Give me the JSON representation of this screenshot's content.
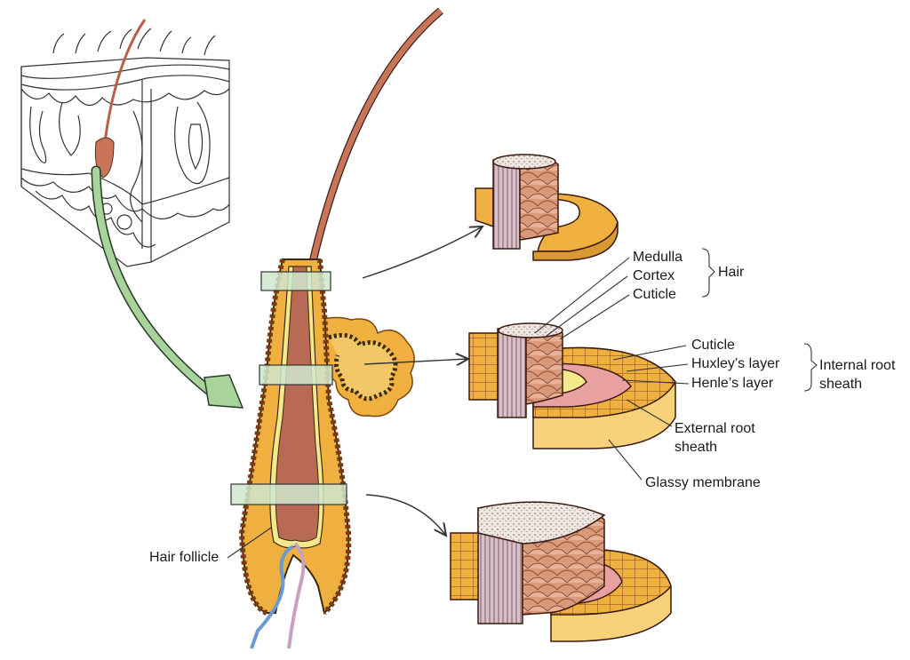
{
  "title": "Hair follicle anatomy",
  "labels": {
    "hair_follicle": "Hair follicle",
    "medulla": "Medulla",
    "cortex": "Cortex",
    "hair_cuticle": "Cuticle",
    "hair_group": "Hair",
    "irs_cuticle": "Cuticle",
    "huxley": "Huxley’s layer",
    "henle": "Henle’s layer",
    "irs_group_line1": "Internal root",
    "irs_group_line2": "sheath",
    "ers_line1": "External root",
    "ers_line2": "sheath",
    "glassy": "Glassy membrane"
  },
  "colors": {
    "arrow_green": "#a8d39a",
    "band_green": "#cfe8cf",
    "hair_brown": "#c8755a",
    "sheath_orange": "#f0b040",
    "sheath_light": "#f7d27a",
    "inner_yellow": "#f5e88a",
    "pink": "#e8a0a0",
    "bulb_brown": "#b86a55",
    "vessel_blue": "#6a9ad0",
    "vessel_pink": "#c8a0c0"
  }
}
